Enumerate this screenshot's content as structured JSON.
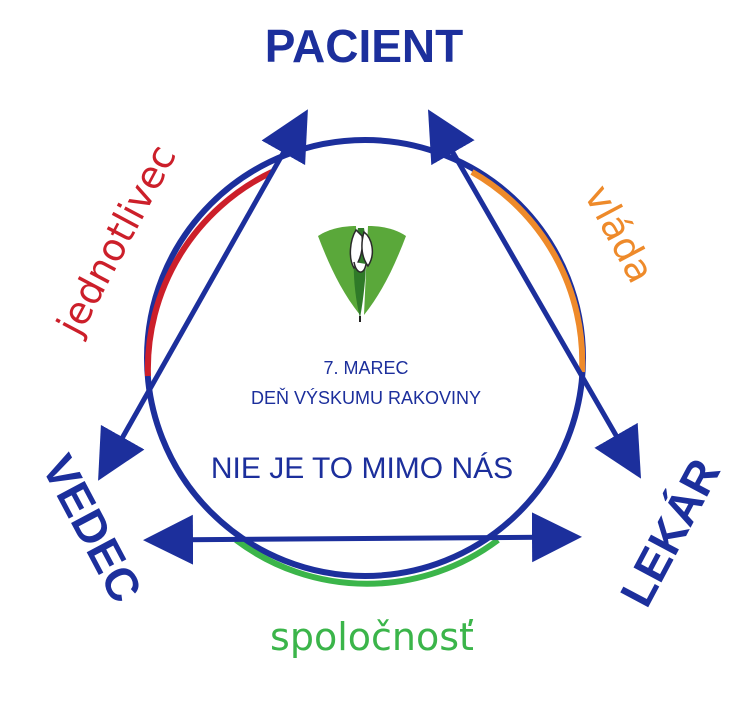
{
  "nodes": {
    "top": "PACIENT",
    "left": "VEDEC",
    "right": "LEKÁR"
  },
  "roles": {
    "left_arc": "jednotlivec",
    "right_arc": "vláda",
    "bottom_arc": "spoločnosť"
  },
  "center": {
    "date": "7. MAREC",
    "event": "DEŇ VÝSKUMU RAKOVINY",
    "slogan": "NIE JE TO MIMO NÁS"
  },
  "colors": {
    "primary_blue": "#1c2f9c",
    "red": "#cc1f2a",
    "orange": "#ee8a2a",
    "green": "#3bb54a",
    "logo_green": "#5aa83a"
  },
  "icons": {
    "logo": "snowdrop-flower-logo"
  }
}
